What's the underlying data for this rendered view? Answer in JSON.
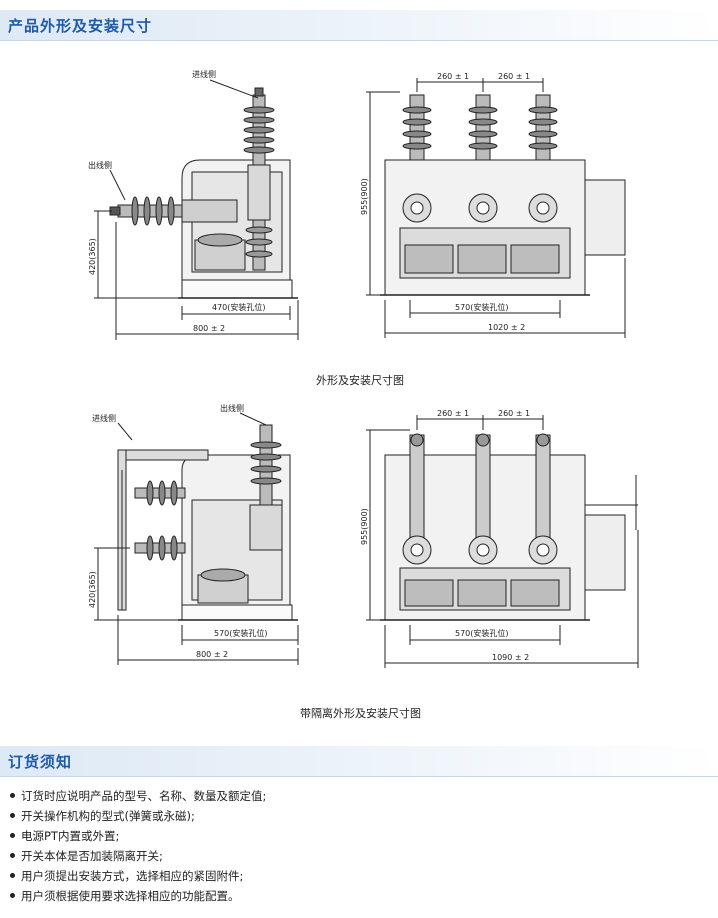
{
  "section1": {
    "title": "产品外形及安装尺寸"
  },
  "section2": {
    "title": "订货须知"
  },
  "fig1": {
    "caption": "外形及安装尺寸图",
    "label_in": "进线侧",
    "label_out": "出线侧",
    "side_height": "420(365)",
    "side_holes": "470(安装孔位)",
    "side_width": "800 ± 2",
    "front_spacing_left": "260 ± 1",
    "front_spacing_right": "260 ± 1",
    "front_height": "955(900)",
    "front_holes": "570(安装孔位)",
    "front_width": "1020 ± 2"
  },
  "fig2": {
    "caption": "带隔离外形及安装尺寸图",
    "label_in": "进线侧",
    "label_out": "出线侧",
    "side_height": "420(365)",
    "side_holes": "570(安装孔位)",
    "side_width": "800 ± 2",
    "front_spacing_left": "260 ± 1",
    "front_spacing_right": "260 ± 1",
    "front_height": "955(900)",
    "front_holes": "570(安装孔位)",
    "front_width": "1090 ± 2"
  },
  "notes": [
    "订货时应说明产品的型号、名称、数量及额定值;",
    "开关操作机构的型式(弹簧或永磁);",
    "电源PT内置或外置;",
    "开关本体是否加装隔离开关;",
    "用户须提出安装方式，选择相应的紧固附件;",
    "用户须根据使用要求选择相应的功能配置。"
  ]
}
